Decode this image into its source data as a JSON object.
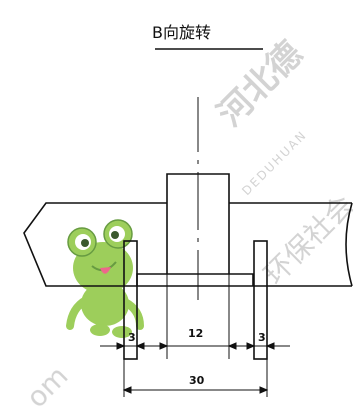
{
  "drawing": {
    "view_title": "B向旋转",
    "dimensions": {
      "left_gap": "3",
      "center_width": "12",
      "right_gap": "3",
      "overall_width": "30"
    }
  },
  "watermark": {
    "company": "河北德",
    "latin": "DEDUHUAN",
    "slogan": "环保社会",
    "domain_fragment": "om"
  },
  "colors": {
    "line": "#111111",
    "watermark_text": "#cfcfcf",
    "mascot_green": "#8cc63f",
    "mascot_dark_green": "#4d8a21",
    "mascot_tongue": "#e94e77"
  }
}
